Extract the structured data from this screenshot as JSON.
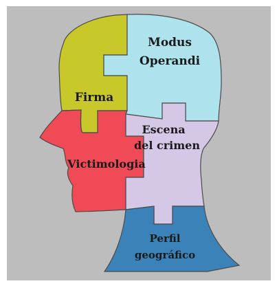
{
  "labels": {
    "modus_line1": "Modus",
    "modus_line2": "Operandi",
    "firma": "Firma",
    "escena_line1": "Escena",
    "escena_line2": "del crimen",
    "victimologia": "Victimologia",
    "perfil_line1": "Perfil",
    "perfil_line2": "geográfico"
  },
  "colors": {
    "background_panel": "#bdbdbd",
    "firma": "#c8c82a",
    "modus_operandi": "#aee3ee",
    "victimologia": "#ef4a55",
    "escena": "#d4c8e6",
    "perfil": "#3a82b8",
    "outline": "#4a4a4a"
  }
}
